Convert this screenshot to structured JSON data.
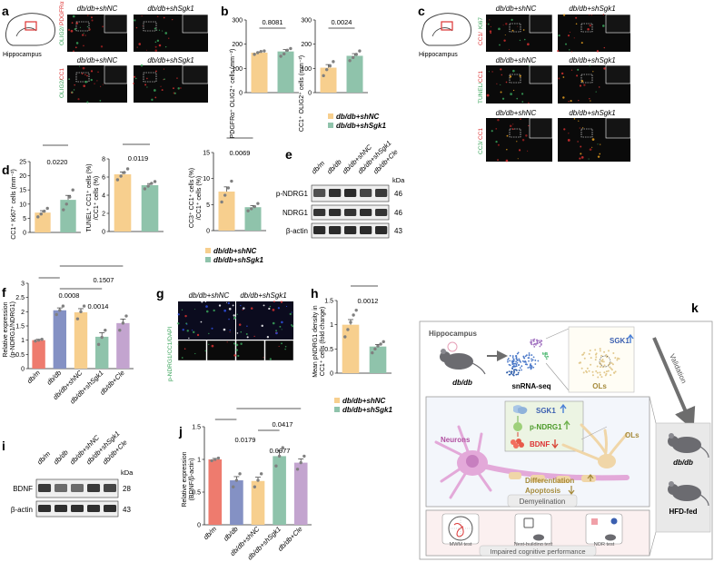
{
  "colors": {
    "nc": "#f7cf8e",
    "sgk": "#8fc3ab",
    "dbm": "#ee7b6e",
    "dbdb": "#8491c4",
    "cle": "#c3a4cf",
    "dot": "#808080",
    "schematic_bg": "#f3f6fb",
    "schematic_border": "#9a9a9a",
    "cognitive_bg": "#fbf0f0",
    "myelin": "#f0d6a8",
    "neuron": "#e3a9d9",
    "blot_dark": "#1a1a1a",
    "arrow_up": "#4a7fd6",
    "arrow_green": "#6fb14e",
    "arrow_red": "#d94a3a"
  },
  "panels": {
    "a": "a",
    "b": "b",
    "c": "c",
    "d": "d",
    "e": "e",
    "f": "f",
    "g": "g",
    "h": "h",
    "i": "i",
    "j": "j",
    "k": "k"
  },
  "text": {
    "hippocampus": "Hippocampus",
    "group_nc": "db/db+shNC",
    "group_sgk": "db/db+shSgk1",
    "olig2": "OLIG2/",
    "pdgfra": "PDGFRα",
    "cc1": "CC1",
    "cc1_slash": "CC1/",
    "ki67": "Ki67",
    "tunel": "TUNEL/",
    "cc3": "CC3/",
    "pndrg_cc1_dapi": "p-NDRG1/CC1/DAPI",
    "kda": "kDa",
    "p_ndrg1": "p-NDRG1",
    "ndrg1": "NDRG1",
    "bactin": "β-actin",
    "bdnf_blot": "BDNF",
    "w46a": "46",
    "w46b": "46",
    "w43a": "43",
    "w28": "28",
    "w43b": "43",
    "lane1": "db/m",
    "lane2": "db/db",
    "lane3": "db/db+shNC",
    "lane4": "db/db+shSgk1",
    "lane5": "db/db+Cle"
  },
  "axes": {
    "b_left": "PDGFRα⁺ OLIG2⁺ cells (mm⁻²)",
    "b_right": "CC1⁺ OLIG2⁺ cells (mm⁻²)",
    "d1": "CC1⁺ Ki67⁺ cells (mm⁻²)",
    "d2a": "TUNEL⁺ CC1⁺ cells (%)",
    "d2b": "/CC1⁺ cells (%)",
    "d3a": "CC3⁺ CC1⁺ cells (%)",
    "d3b": "/CC1⁺ cells (%)",
    "f1": "Relative expression",
    "f2": "(p-NDRG1/NDRG1)",
    "h1": "Mean pNDRG1 density in",
    "h2": "CC1⁺ cells (fold change)",
    "j1": "Relative expression",
    "j2": "(BDNF/β-actin)"
  },
  "stats": {
    "b_left": "0.8081",
    "b_right": "0.0024",
    "d1": "0.0220",
    "d2": "0.0119",
    "d3": "0.0069",
    "f_top": "0.1507",
    "f_mid": "0.0008",
    "f_low": "0.0014",
    "h": "0.0012",
    "j_top": "0.0417",
    "j_mid": "0.0179",
    "j_low": "0.0077"
  },
  "legend": {
    "nc": "db/db+shNC",
    "sgk": "db/db+shSgk1"
  },
  "schematic": {
    "hippocampus": "Hippocampus",
    "dbdb": "db/db",
    "snrna": "snRNA-seq",
    "ols": "OLs",
    "sgk1_box": "SGK1",
    "validation": "Validation",
    "sgk1": "SGK1",
    "pndrg1": "p-NDRG1",
    "bdnf": "BDNF",
    "neurons": "Neurons",
    "ols2": "OLs",
    "differentiation": "Differentiation",
    "apoptosis": "Apoptosis",
    "demyelination": "Demyelination",
    "mwm": "MWM test",
    "nest": "Nest-building test",
    "nor": "NOR test",
    "impaired": "Impaired cognitive performance",
    "model_dbdb": "db/db",
    "model_hfd": "HFD-fed"
  },
  "chart_data": [
    {
      "id": "b_left",
      "type": "bar",
      "categories": [
        "db/db+shNC",
        "db/db+shSgk1"
      ],
      "values": [
        165,
        170
      ],
      "ylim": [
        0,
        300
      ],
      "yticks": [
        0,
        100,
        200,
        300
      ],
      "points": [
        [
          158,
          165,
          170,
          172
        ],
        [
          150,
          160,
          175,
          182
        ]
      ],
      "ylabel": "PDGFRα⁺ OLIG2⁺ cells (mm⁻²)"
    },
    {
      "id": "b_right",
      "type": "bar",
      "categories": [
        "db/db+shNC",
        "db/db+shSgk1"
      ],
      "values": [
        103,
        152
      ],
      "ylim": [
        0,
        300
      ],
      "yticks": [
        0,
        100,
        200,
        300
      ],
      "points": [
        [
          70,
          95,
          110,
          128
        ],
        [
          132,
          145,
          158,
          172
        ]
      ],
      "ylabel": "CC1⁺ OLIG2⁺ cells (mm⁻²)"
    },
    {
      "id": "d1",
      "type": "bar",
      "categories": [
        "db/db+shNC",
        "db/db+shSgk1"
      ],
      "values": [
        7,
        11.5
      ],
      "ylim": [
        0,
        25
      ],
      "yticks": [
        0,
        5,
        10,
        15,
        20,
        25
      ],
      "points": [
        [
          5.5,
          6.5,
          7.5,
          8.5
        ],
        [
          8,
          10,
          12.5,
          15
        ]
      ],
      "ylabel": "CC1⁺ Ki67⁺ cells (mm⁻²)"
    },
    {
      "id": "d2",
      "type": "bar",
      "categories": [
        "db/db+shNC",
        "db/db+shSgk1"
      ],
      "values": [
        6.3,
        5.1
      ],
      "ylim": [
        0,
        8
      ],
      "yticks": [
        0,
        2,
        4,
        6,
        8
      ],
      "points": [
        [
          5.7,
          6.1,
          6.5,
          6.9
        ],
        [
          4.7,
          5.0,
          5.3,
          5.5
        ]
      ],
      "ylabel": "TUNEL⁺ CC1⁺ cells /CC1⁺ cells (%)"
    },
    {
      "id": "d3",
      "type": "bar",
      "categories": [
        "db/db+shNC",
        "db/db+shSgk1"
      ],
      "values": [
        7.5,
        4.5
      ],
      "ylim": [
        0,
        15
      ],
      "yticks": [
        0,
        5,
        10,
        15
      ],
      "points": [
        [
          5.5,
          6.8,
          8.2,
          9.5
        ],
        [
          3.8,
          4.2,
          4.6,
          5.2
        ]
      ],
      "ylabel": "CC3⁺ CC1⁺ cells /CC1⁺ cells (%)"
    },
    {
      "id": "f",
      "type": "bar",
      "categories": [
        "db/m",
        "db/db",
        "db/db+shNC",
        "db/db+shSgk1",
        "db/db+Cle"
      ],
      "values": [
        1.0,
        2.05,
        1.98,
        1.12,
        1.6
      ],
      "ylim": [
        0,
        3.0
      ],
      "yticks": [
        0,
        0.5,
        1.0,
        1.5,
        2.0,
        2.5,
        3.0
      ],
      "points": [
        [
          0.97,
          1.0,
          1.03
        ],
        [
          1.9,
          2.05,
          2.2
        ],
        [
          1.75,
          2.0,
          2.2
        ],
        [
          0.85,
          1.1,
          1.35
        ],
        [
          1.35,
          1.6,
          1.85
        ]
      ],
      "ylabel": "Relative expression (p-NDRG1/NDRG1)"
    },
    {
      "id": "h",
      "type": "bar",
      "categories": [
        "db/db+shNC",
        "db/db+shSgk1"
      ],
      "values": [
        1.0,
        0.55
      ],
      "ylim": [
        0,
        1.5
      ],
      "yticks": [
        0,
        0.5,
        1.0,
        1.5
      ],
      "points": [
        [
          0.75,
          0.9,
          1.05,
          1.2,
          1.3
        ],
        [
          0.42,
          0.5,
          0.56,
          0.6,
          0.65
        ]
      ],
      "ylabel": "Mean pNDRG1 density in CC1⁺ cells (fold change)"
    },
    {
      "id": "j",
      "type": "bar",
      "categories": [
        "db/m",
        "db/db",
        "db/db+shNC",
        "db/db+shSgk1",
        "db/db+Cle"
      ],
      "values": [
        1.0,
        0.68,
        0.67,
        1.05,
        0.95
      ],
      "ylim": [
        0,
        1.5
      ],
      "yticks": [
        0,
        0.5,
        1.0,
        1.5
      ],
      "points": [
        [
          0.98,
          1.0,
          1.02
        ],
        [
          0.58,
          0.68,
          0.78
        ],
        [
          0.58,
          0.68,
          0.78
        ],
        [
          0.9,
          1.05,
          1.18
        ],
        [
          0.85,
          0.95,
          1.05
        ]
      ],
      "ylabel": "Relative expression (BDNF/β-actin)"
    }
  ]
}
